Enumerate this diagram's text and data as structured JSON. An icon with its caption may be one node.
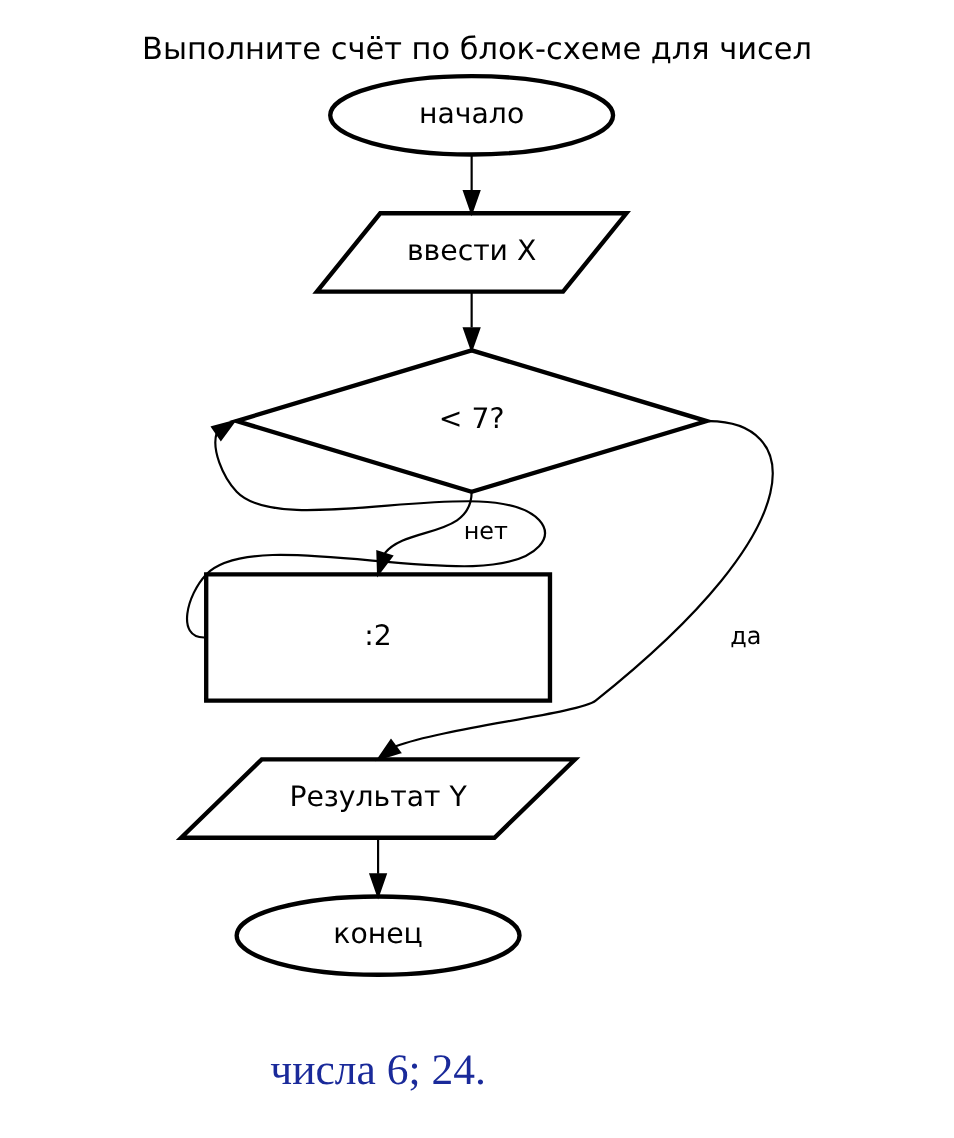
{
  "diagram": {
    "title": "Выполните счёт по блок-схеме для чисел",
    "nodes": [
      {
        "text": [
          "начало"
        ]
      },
      {
        "text": [
          "ввести X"
        ]
      },
      {
        "text": [
          "< 7?"
        ]
      },
      {
        "text": [
          ":2"
        ]
      },
      {
        "text": [
          "Результат Y"
        ]
      },
      {
        "text": [
          "конец"
        ]
      }
    ],
    "edges": [
      {
        "from": 0,
        "to": 1,
        "arrow": "to"
      },
      {
        "from": 1,
        "to": 2,
        "arrow": "to"
      },
      {
        "from": 2,
        "to": 3,
        "arrow": "to",
        "label": "нет"
      },
      {
        "from": 3,
        "to": 2,
        "arrow": "to"
      },
      {
        "from": 2,
        "to": 4,
        "arrow": "to",
        "label": "да"
      },
      {
        "from": 4,
        "to": 5,
        "arrow": "to"
      }
    ],
    "labels": [
      "числа 6; 24."
    ]
  }
}
